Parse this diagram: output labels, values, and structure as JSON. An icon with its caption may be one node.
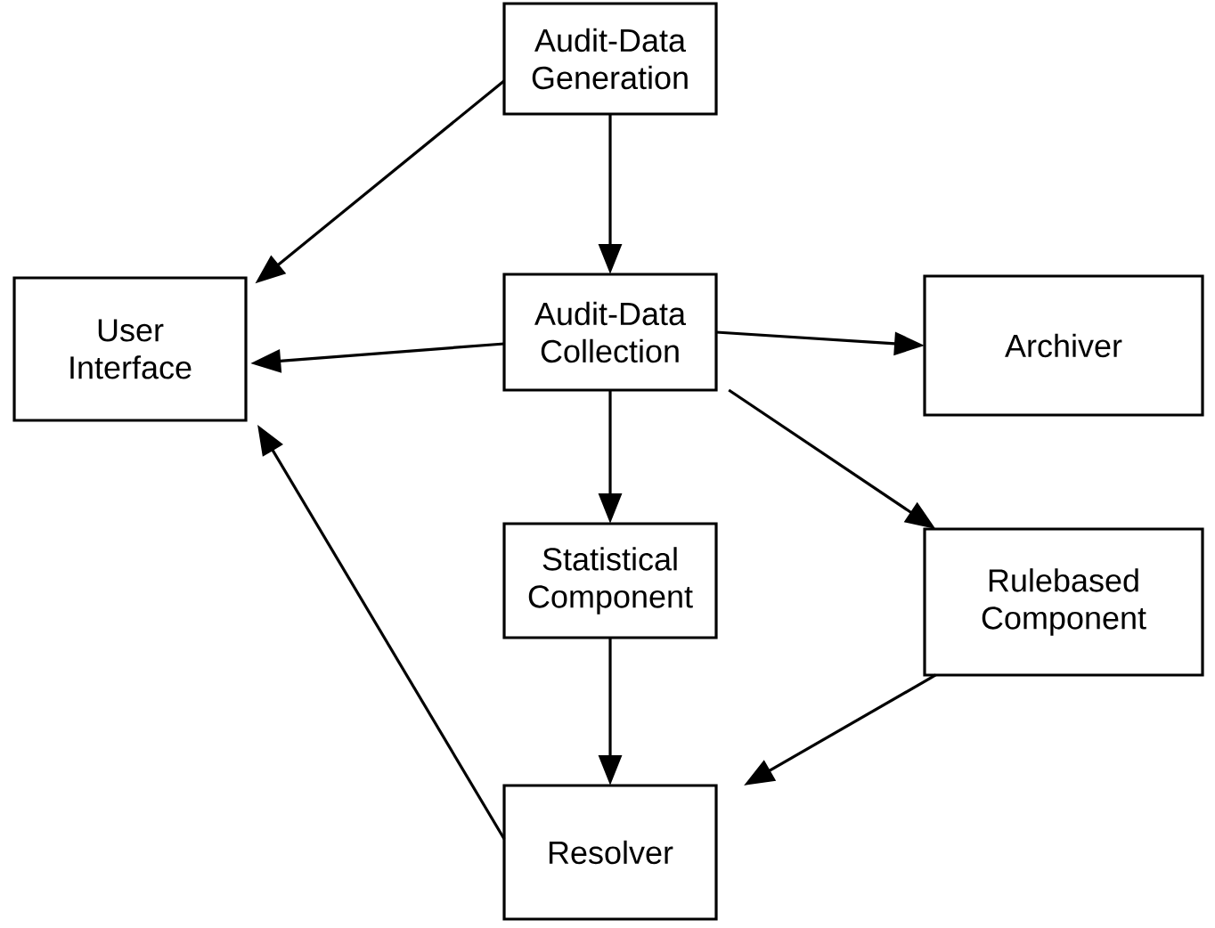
{
  "diagram": {
    "nodes": [
      {
        "text": [
          "Audit-Data Generation"
        ]
      },
      {
        "text": [
          "User Interface"
        ]
      },
      {
        "text": [
          "Audit-Data Collection"
        ]
      },
      {
        "text": [
          "Archiver"
        ]
      },
      {
        "text": [
          "Statistical Component"
        ]
      },
      {
        "text": [
          "Rulebased Component"
        ]
      },
      {
        "text": [
          "Resolver"
        ]
      }
    ],
    "edges": [
      {
        "from": 0,
        "to": 1,
        "arrow": "to"
      },
      {
        "from": 0,
        "to": 2,
        "arrow": "to"
      },
      {
        "from": 2,
        "to": 1,
        "arrow": "to"
      },
      {
        "from": 2,
        "to": 3,
        "arrow": "to"
      },
      {
        "from": 2,
        "to": 4,
        "arrow": "to"
      },
      {
        "from": 2,
        "to": 5,
        "arrow": "to"
      },
      {
        "from": 4,
        "to": 6,
        "arrow": "to"
      },
      {
        "from": 5,
        "to": 6,
        "arrow": "to"
      },
      {
        "from": 6,
        "to": 1,
        "arrow": "to"
      }
    ]
  }
}
